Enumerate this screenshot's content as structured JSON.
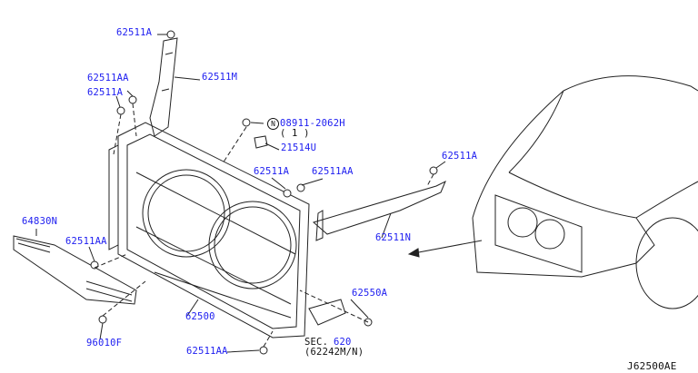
{
  "diagram_code": "J62500AE",
  "parts": [
    {
      "id": "p1",
      "label": "62511A"
    },
    {
      "id": "p2",
      "label": "62511AA"
    },
    {
      "id": "p3",
      "label": "62511A"
    },
    {
      "id": "p4",
      "label": "62511M"
    },
    {
      "id": "p5",
      "label": "08911-2062H",
      "qty": "( 1 )",
      "prefix": "N"
    },
    {
      "id": "p6",
      "label": "21514U"
    },
    {
      "id": "p7",
      "label": "62511A"
    },
    {
      "id": "p8",
      "label": "62511AA"
    },
    {
      "id": "p9",
      "label": "62511A"
    },
    {
      "id": "p10",
      "label": "64830N"
    },
    {
      "id": "p11",
      "label": "62511AA"
    },
    {
      "id": "p12",
      "label": "62511N"
    },
    {
      "id": "p13",
      "label": "62550A"
    },
    {
      "id": "p14",
      "label": "62500"
    },
    {
      "id": "p15",
      "label": "96010F"
    },
    {
      "id": "p16",
      "label": "62511AA"
    }
  ],
  "section_ref": {
    "prefix": "SEC.",
    "number": "620",
    "sub": "(62242M/N)"
  },
  "colors": {
    "link": "#1c1cf0",
    "line": "#111111"
  }
}
